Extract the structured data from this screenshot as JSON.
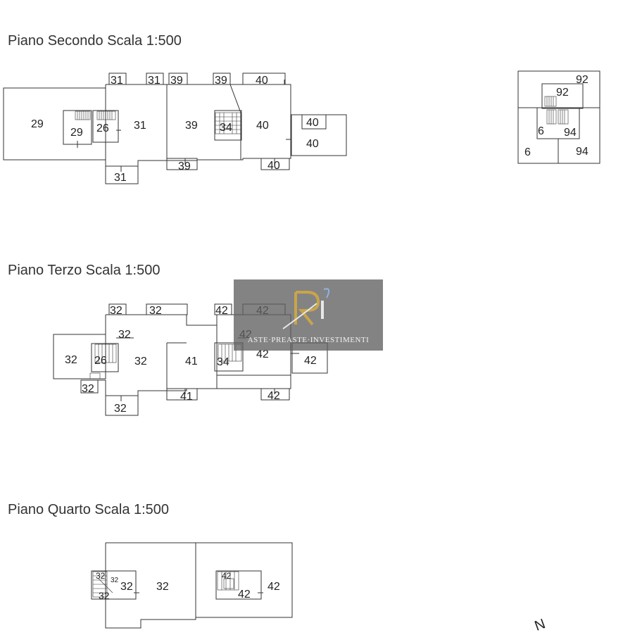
{
  "titles": {
    "second": "Piano Secondo Scala 1:500",
    "third": "Piano Terzo Scala 1:500",
    "fourth": "Piano Quarto Scala 1:500"
  },
  "watermark": {
    "text": "ASTE·PREASTE·INVESTIMENTI",
    "logo_letters": "RI",
    "gold": "#c9a54a"
  },
  "north": "N",
  "labels": {
    "second": [
      "31",
      "31",
      "39",
      "39",
      "40",
      "29",
      "29",
      "26",
      "31",
      "39",
      "34",
      "40",
      "40",
      "40",
      "39",
      "40",
      "31"
    ],
    "map": [
      "92",
      "92",
      "6",
      "94",
      "6",
      "94"
    ],
    "third": [
      "32",
      "32",
      "42",
      "42",
      "32",
      "42",
      "32",
      "26",
      "32",
      "41",
      "34",
      "42",
      "42",
      "32",
      "41",
      "42",
      "32"
    ],
    "fourth": [
      "32",
      "32",
      "32",
      "32",
      "32",
      "42",
      "42",
      "42"
    ]
  }
}
